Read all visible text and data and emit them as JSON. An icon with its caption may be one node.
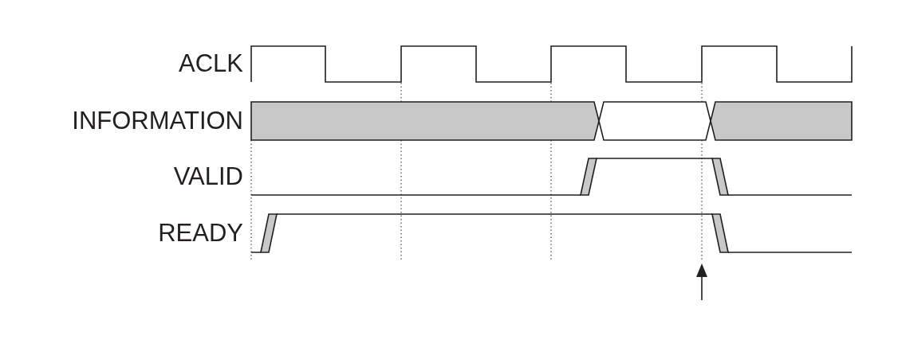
{
  "diagram": {
    "labels": [
      "ACLK",
      "INFORMATION",
      "VALID",
      "READY"
    ]
  }
}
